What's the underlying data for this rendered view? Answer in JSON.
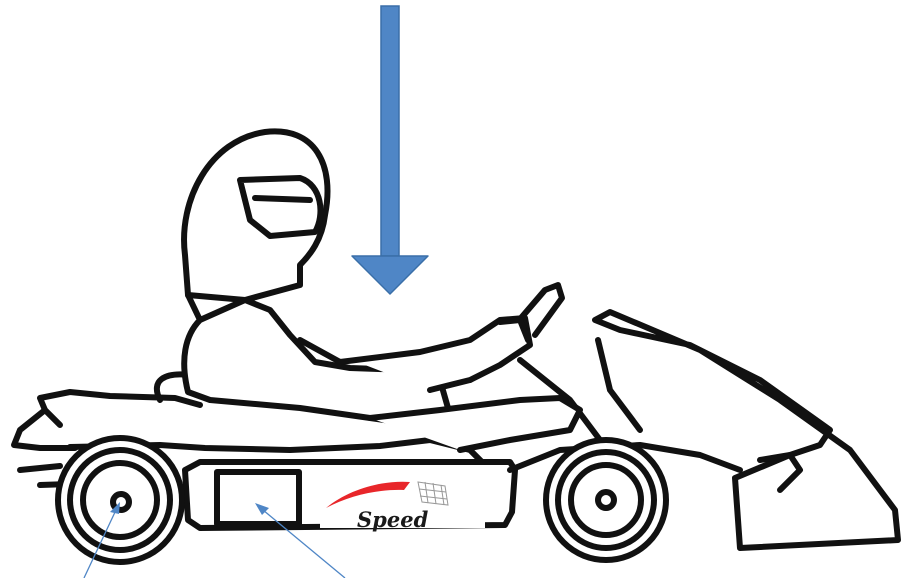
{
  "logo": {
    "text": "Speed",
    "swoosh_color": "#e8262a",
    "text_color": "#1a1a1a"
  },
  "arrow": {
    "icon": "down-arrow-icon",
    "color": "#4f86c6",
    "edge_color": "#3a6fa8"
  },
  "pointers": {
    "color": "#4f86c6",
    "items": [
      {
        "name": "rear-wheel-hub-pointer"
      },
      {
        "name": "side-box-pointer"
      }
    ]
  },
  "drawing": {
    "stroke": "#111111",
    "fill": "#ffffff"
  }
}
